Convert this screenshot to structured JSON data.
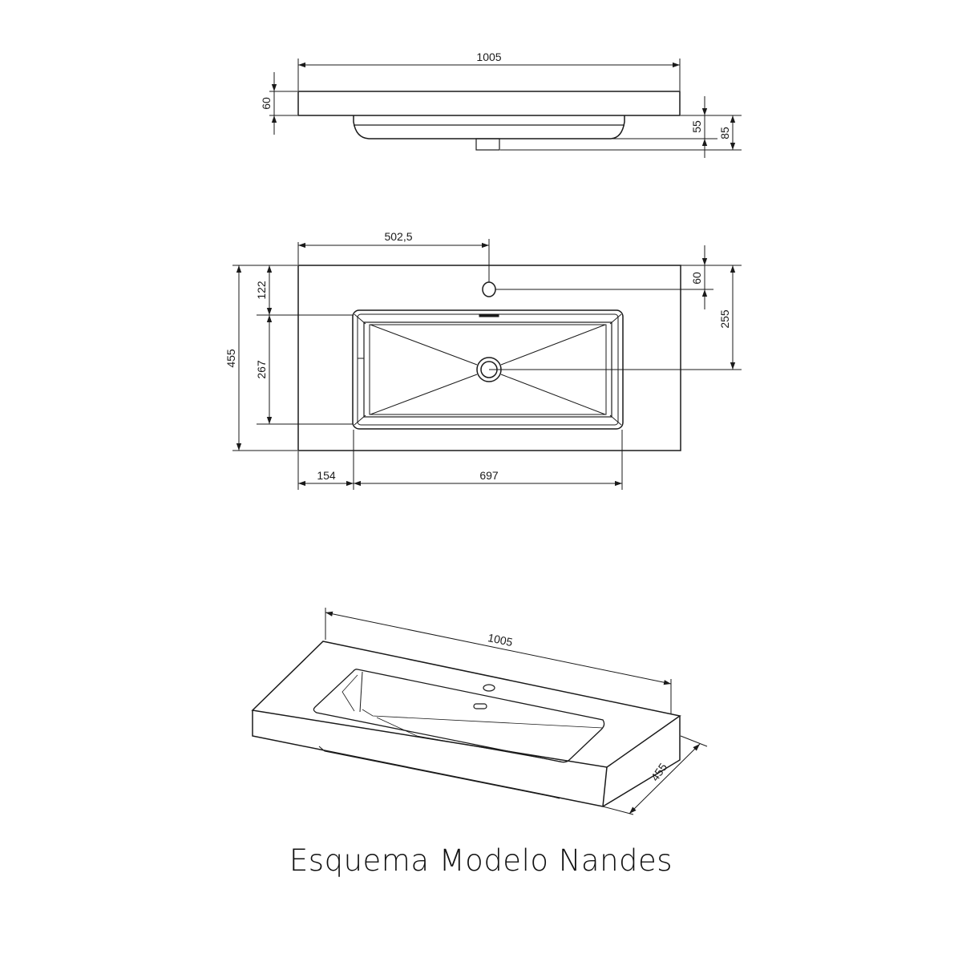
{
  "caption": "Esquema Modelo Nandes",
  "colors": {
    "line": "#1a1a1a",
    "background": "#ffffff"
  },
  "views": {
    "front": {
      "width": "1005",
      "slab_height": "60",
      "basin_depth": "55",
      "total_height": "85"
    },
    "top": {
      "tap_hole_offset_x": "502,5",
      "depth": "455",
      "basin_offset_top": "122",
      "basin_height": "267",
      "tap_hole_offset_y": "60",
      "drain_offset_y": "255",
      "basin_offset_left": "154",
      "basin_width": "697"
    },
    "isometric": {
      "width": "1005",
      "depth": "455"
    }
  }
}
